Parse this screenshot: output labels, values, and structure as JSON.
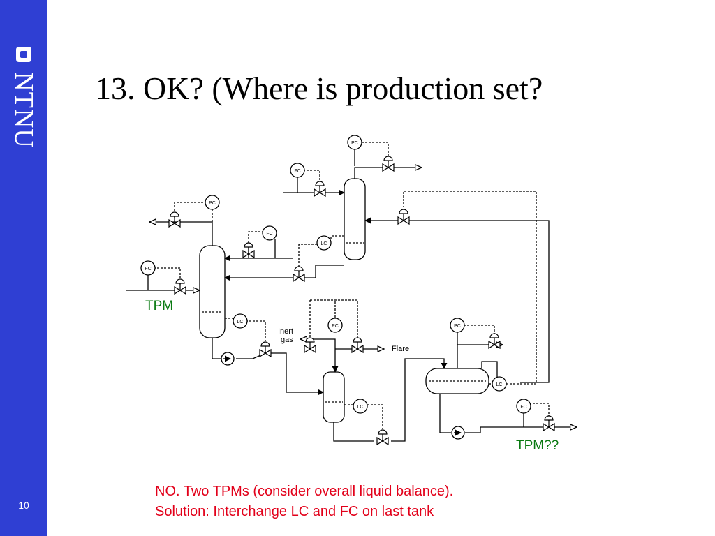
{
  "sidebar": {
    "logo_text": "NTNU",
    "page_number": "10",
    "color": "#2f3fd3"
  },
  "title": "13. OK? (Where is production set?",
  "diagram": {
    "instruments": {
      "pc": "PC",
      "fc": "FC",
      "lc": "LC"
    },
    "labels": {
      "inert_gas_line1": "Inert",
      "inert_gas_line2": "gas",
      "flare": "Flare",
      "tpm_left": "TPM",
      "tpm_right": "TPM??"
    },
    "tpm_color": "#0a7a12"
  },
  "answer": {
    "line1": "NO. Two TPMs (consider overall liquid balance).",
    "line2": "Solution: Interchange LC and FC on last tank",
    "color": "#e2001a"
  }
}
